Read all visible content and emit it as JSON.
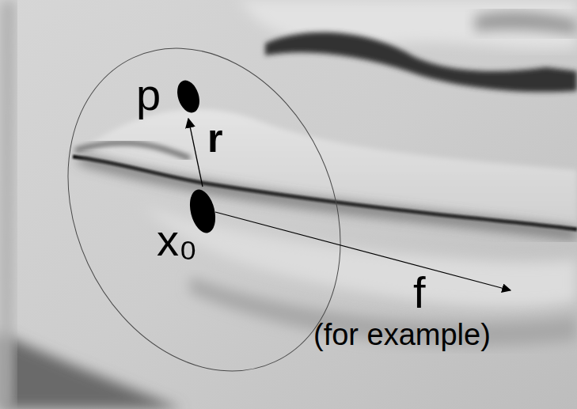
{
  "diagram": {
    "nodes": [
      {
        "text": [
          "p"
        ]
      },
      {
        "text": [
          "x₀"
        ]
      }
    ],
    "edges": [
      {
        "from": 1,
        "to": 0,
        "label": "r",
        "arrow": "to"
      }
    ],
    "labels": [
      "f",
      "(for example)"
    ]
  }
}
